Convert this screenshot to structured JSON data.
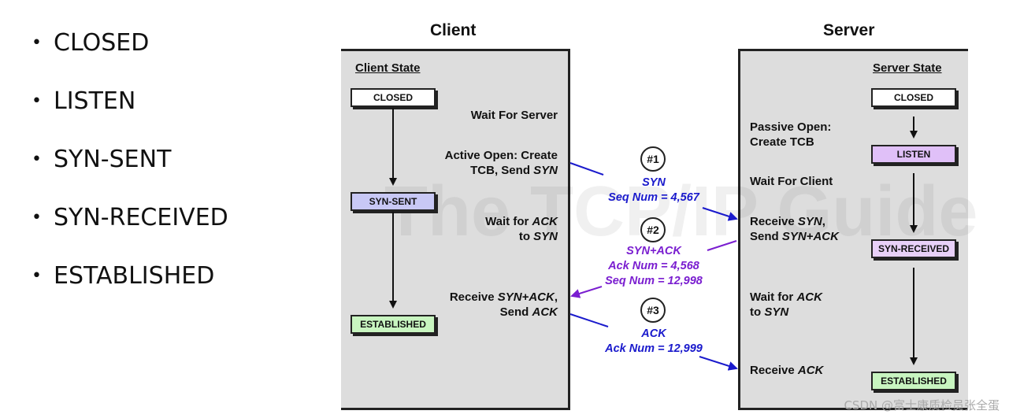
{
  "bullets": [
    "CLOSED",
    "LISTEN",
    "SYN-SENT",
    "SYN-RECEIVED",
    "ESTABLISHED"
  ],
  "bullet_glyph": "•",
  "diagram": {
    "client_title": "Client",
    "server_title": "Server",
    "client_state_heading": "Client State",
    "server_state_heading": "Server State",
    "client_states": [
      "CLOSED",
      "SYN-SENT",
      "ESTABLISHED"
    ],
    "server_states": [
      "CLOSED",
      "LISTEN",
      "SYN-RECEIVED",
      "ESTABLISHED"
    ],
    "client_events": {
      "wait_server": "Wait For Server",
      "active_open_1": "Active Open: Create",
      "active_open_2a": "TCB, Send ",
      "active_open_2b": "SYN",
      "wait_ack_1a": "Wait for ",
      "wait_ack_1b": "ACK",
      "wait_ack_2a": "to ",
      "wait_ack_2b": "SYN",
      "recv_synack_1a": "Receive ",
      "recv_synack_1b": "SYN+ACK",
      "recv_synack_1c": ",",
      "recv_synack_2a": "Send ",
      "recv_synack_2b": "ACK"
    },
    "server_events": {
      "passive_open_1": "Passive Open:",
      "passive_open_2": "Create TCB",
      "wait_client": "Wait For Client",
      "recv_syn_1a": "Receive ",
      "recv_syn_1b": "SYN",
      "recv_syn_1c": ",",
      "recv_syn_2a": "Send ",
      "recv_syn_2b": "SYN+ACK",
      "wait_ack_1a": "Wait for ",
      "wait_ack_1b": "ACK",
      "wait_ack_2a": "to ",
      "wait_ack_2b": "SYN",
      "recv_ack_1a": "Receive ",
      "recv_ack_1b": "ACK"
    },
    "messages": [
      {
        "num": "#1",
        "lines": [
          "SYN",
          "Seq Num = 4,567"
        ],
        "color": "#1a1acc"
      },
      {
        "num": "#2",
        "lines": [
          "SYN+ACK",
          "Ack Num = 4,568",
          "Seq Num = 12,998"
        ],
        "color": "#7a1ed0"
      },
      {
        "num": "#3",
        "lines": [
          "ACK",
          "Ack Num = 12,999"
        ],
        "color": "#1a1acc"
      }
    ],
    "colors": {
      "closed": "#ffffff",
      "syn_sent": "#c8c8f5",
      "listen": "#e0c0f8",
      "syn_received": "#e8d0f8",
      "established": "#c8f5c0",
      "panel": "#dddddd"
    },
    "watermark": "The TCP/IP Guide"
  },
  "credit": "CSDN @富士康质检员张全蛋"
}
